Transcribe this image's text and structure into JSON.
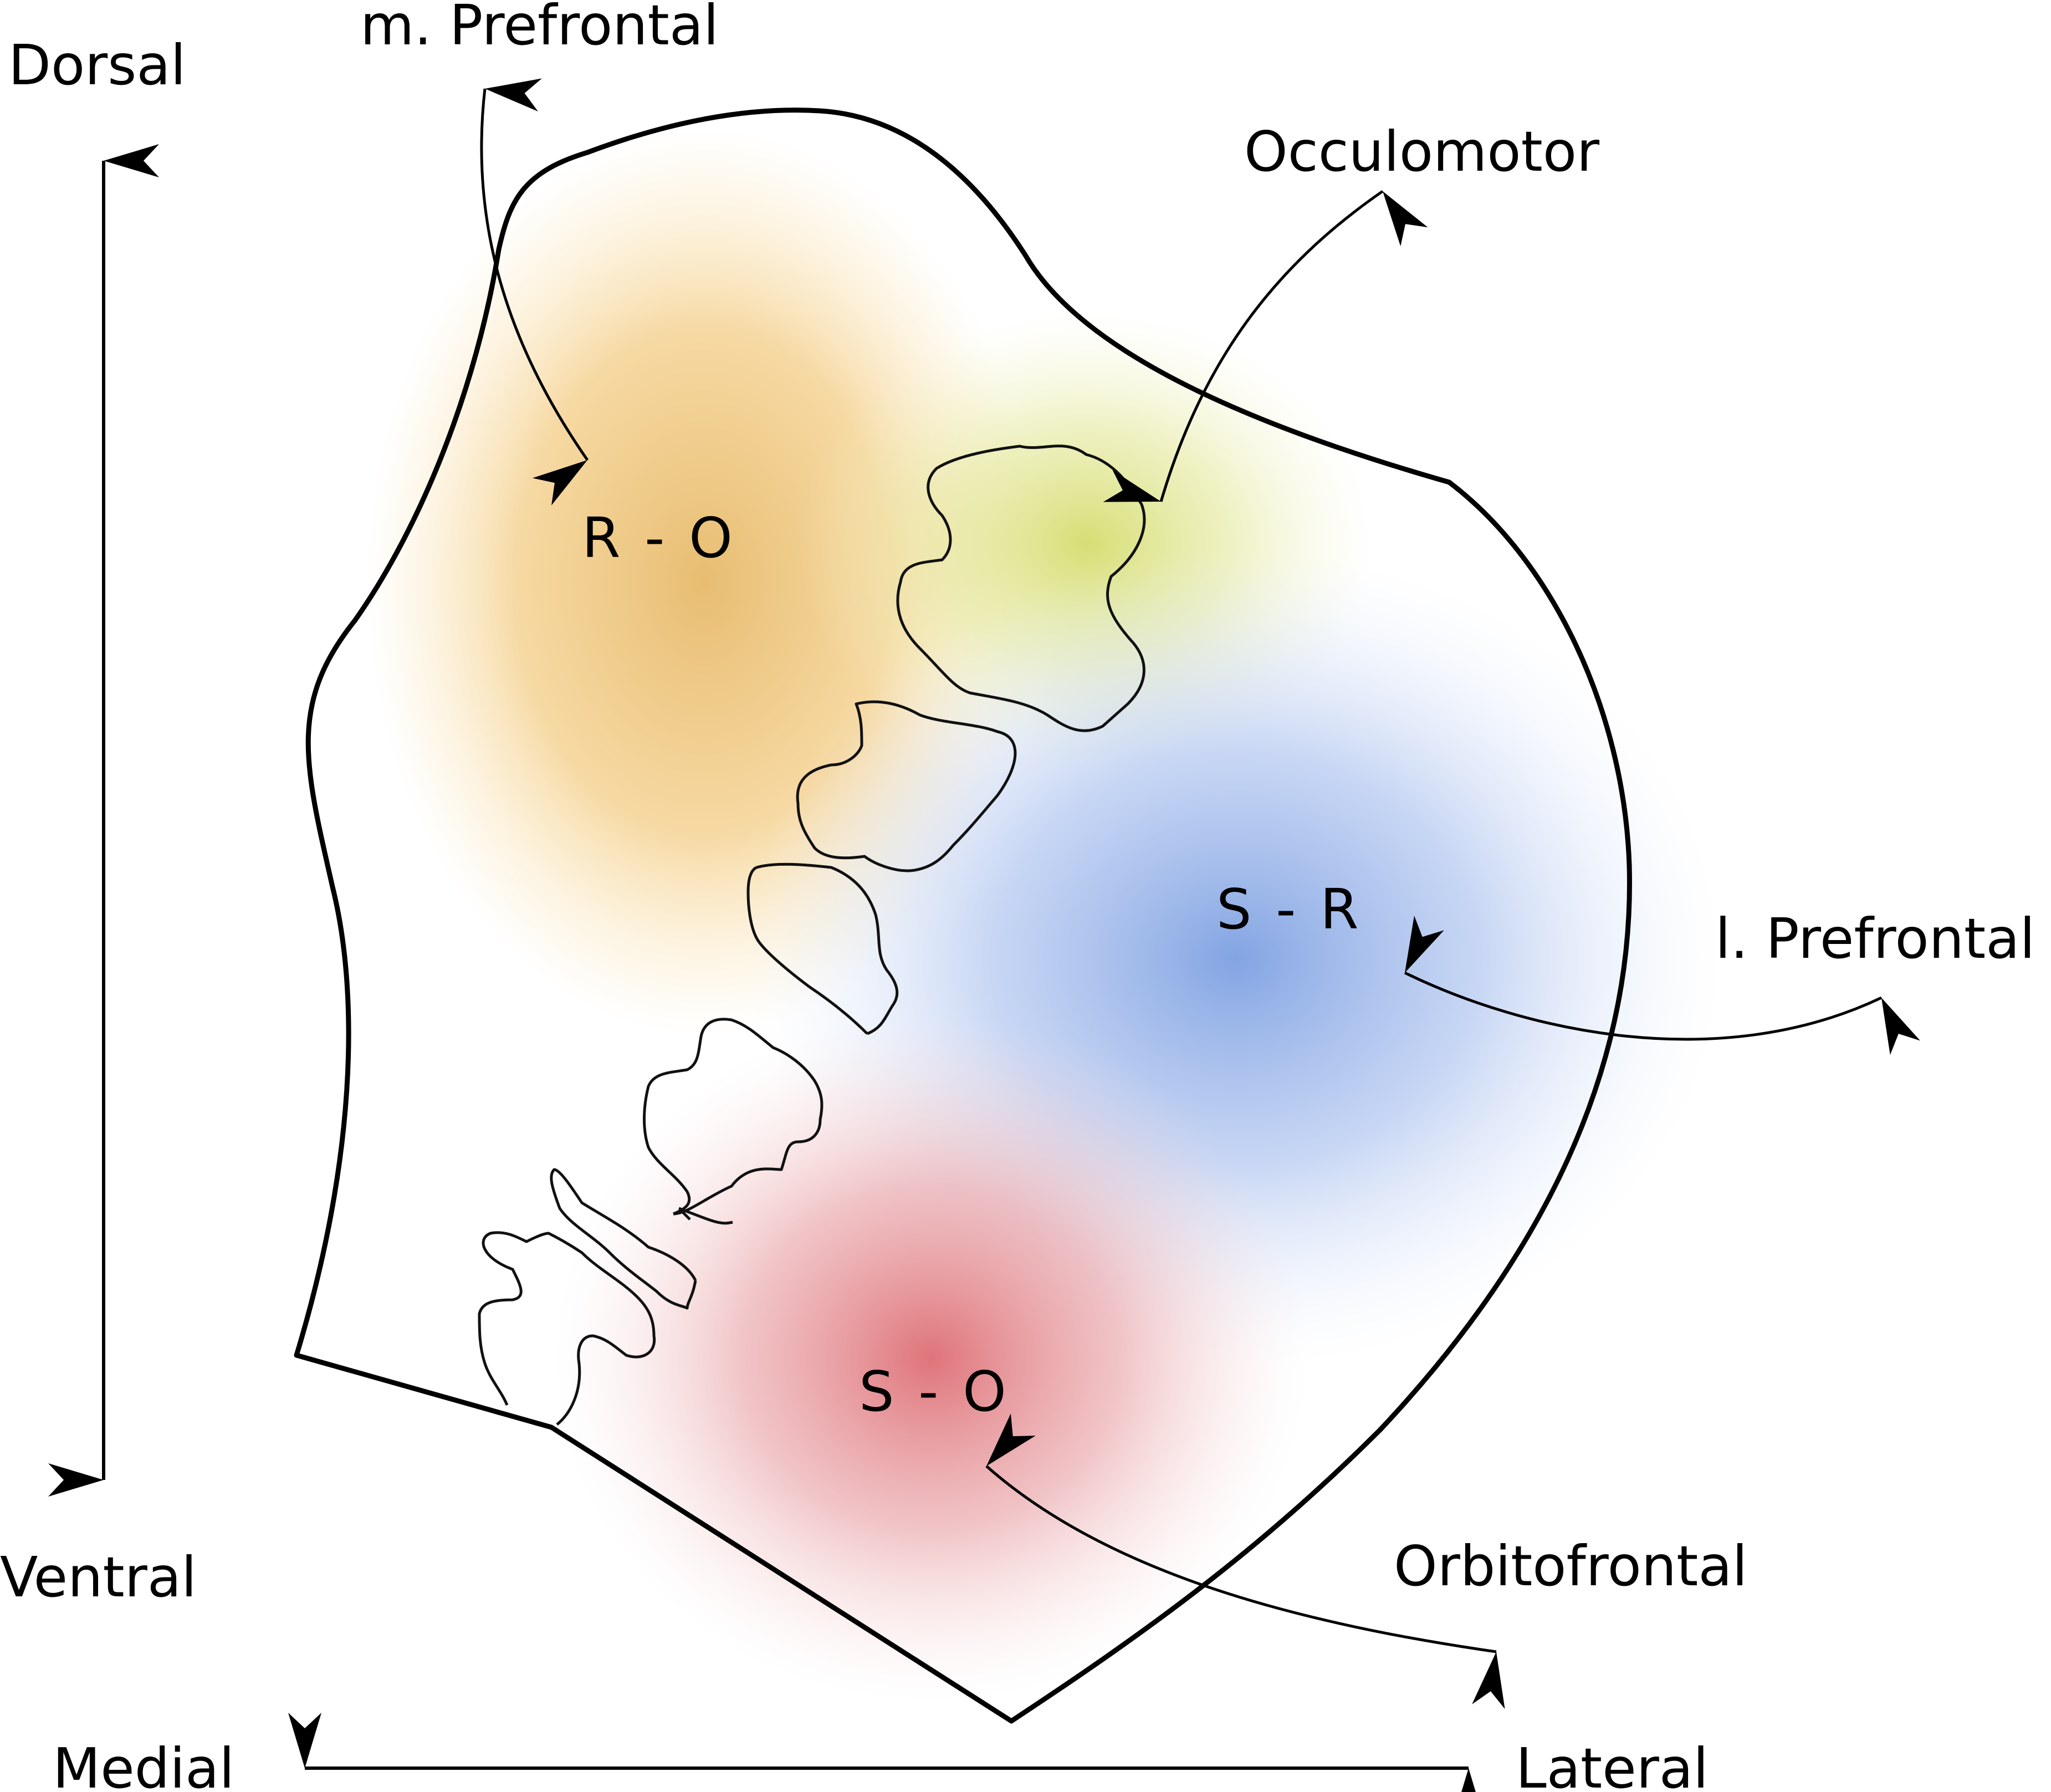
{
  "axes": {
    "vertical": {
      "top_label": "Dorsal",
      "bottom_label": "Ventral"
    },
    "horizontal": {
      "left_label": "Medial",
      "right_label": "Lateral"
    }
  },
  "regions": [
    {
      "id": "ro",
      "label": "R - O",
      "color": "#e8b760"
    },
    {
      "id": "occ",
      "label": "",
      "color": "#d3dc6e"
    },
    {
      "id": "sr",
      "label": "S - R",
      "color": "#7b9fe0"
    },
    {
      "id": "so",
      "label": "S - O",
      "color": "#dd6f75"
    }
  ],
  "connections": [
    {
      "label": "m. Prefrontal",
      "target": "R - O"
    },
    {
      "label": "Occulomotor",
      "target": "occulomotor region"
    },
    {
      "label": "l. Prefrontal",
      "target": "S - R"
    },
    {
      "label": "Orbitofrontal",
      "target": "S - O"
    }
  ],
  "colors": {
    "outline": "#000000",
    "background": "#ffffff"
  }
}
